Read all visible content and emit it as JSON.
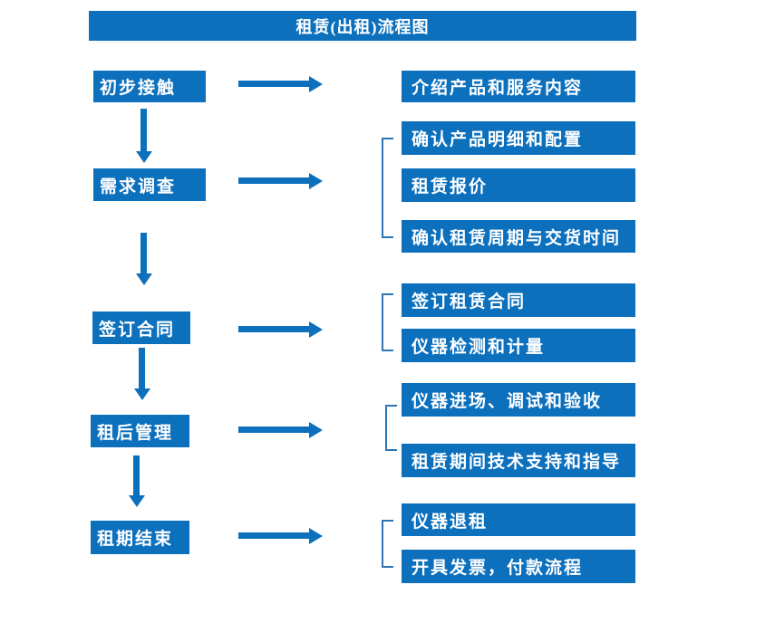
{
  "title": "租赁(出租)流程图",
  "colors": {
    "accent": "#0C70BD",
    "bracket": "#2E74B5",
    "box_text": "#FFFFFF",
    "background": "#FFFFFF"
  },
  "flow": {
    "steps": [
      {
        "label": "初步接触",
        "outputs": [
          "介绍产品和服务内容"
        ]
      },
      {
        "label": "需求调查",
        "outputs": [
          "确认产品明细和配置",
          "租赁报价",
          "确认租赁周期与交货时间"
        ]
      },
      {
        "label": "签订合同",
        "outputs": [
          "签订租赁合同",
          "仪器检测和计量"
        ]
      },
      {
        "label": "租后管理",
        "outputs": [
          "仪器进场、调试和验收",
          "租赁期间技术支持和指导"
        ]
      },
      {
        "label": "租期结束",
        "outputs": [
          "仪器退租",
          "开具发票，付款流程"
        ]
      }
    ]
  }
}
